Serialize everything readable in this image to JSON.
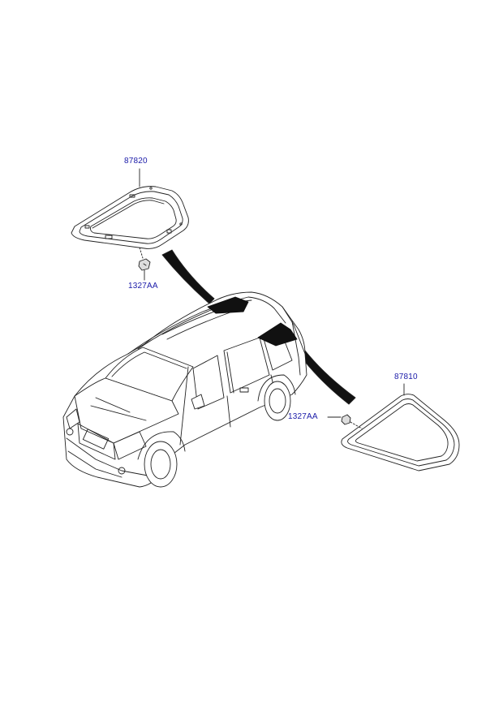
{
  "diagram": {
    "parts": [
      {
        "number": "87820"
      },
      {
        "number": "1327AA"
      },
      {
        "number": "87810"
      },
      {
        "number": "1327AA"
      }
    ]
  }
}
